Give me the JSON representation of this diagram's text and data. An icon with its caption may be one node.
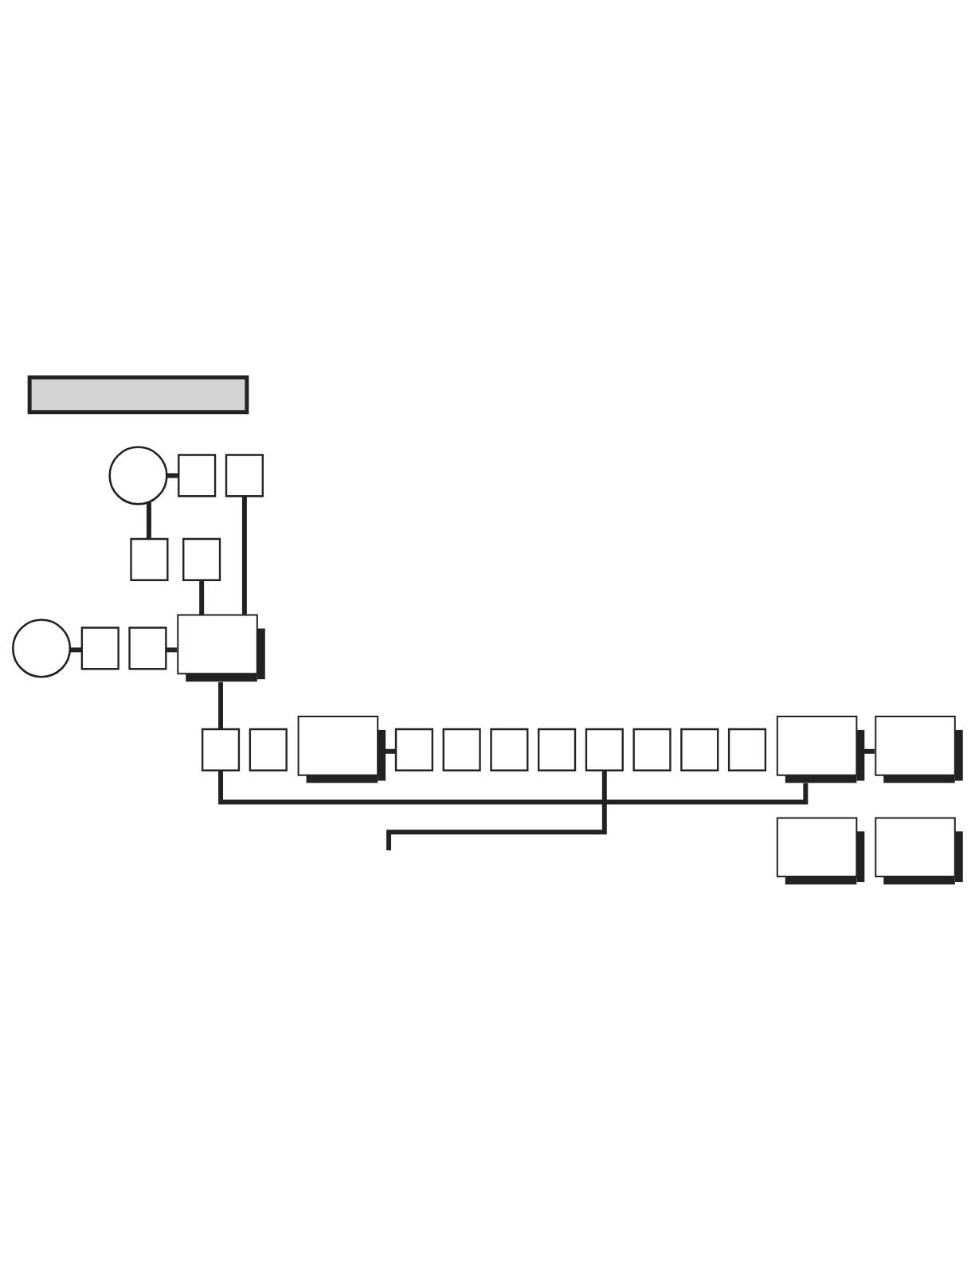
{
  "diagram": {
    "nodes": [
      {
        "text": [],
        "shape": "box"
      },
      {
        "text": [],
        "shape": "circle"
      },
      {
        "text": [],
        "shape": "box"
      },
      {
        "text": [],
        "shape": "box"
      },
      {
        "text": [],
        "shape": "box"
      },
      {
        "text": [],
        "shape": "box"
      },
      {
        "text": [],
        "shape": "box"
      },
      {
        "text": [],
        "shape": "circle"
      },
      {
        "text": [],
        "shape": "box"
      },
      {
        "text": [],
        "shape": "box"
      },
      {
        "text": [],
        "shape": "box"
      },
      {
        "text": [],
        "shape": "box"
      },
      {
        "text": [],
        "shape": "box"
      },
      {
        "text": [],
        "shape": "box"
      },
      {
        "text": [],
        "shape": "box"
      },
      {
        "text": [],
        "shape": "box"
      },
      {
        "text": [],
        "shape": "box"
      },
      {
        "text": [],
        "shape": "box"
      },
      {
        "text": [],
        "shape": "box"
      },
      {
        "text": [],
        "shape": "box"
      },
      {
        "text": [],
        "shape": "box"
      },
      {
        "text": [],
        "shape": "box"
      },
      {
        "text": [],
        "shape": "box"
      },
      {
        "text": [],
        "shape": "box"
      },
      {
        "text": [],
        "shape": "box"
      }
    ],
    "edges": [
      {
        "from": 1,
        "to": 2,
        "arrow": "none"
      },
      {
        "from": 1,
        "to": 4,
        "arrow": "none"
      },
      {
        "from": 7,
        "to": 8,
        "arrow": "none"
      },
      {
        "from": 3,
        "to": 6,
        "arrow": "none"
      },
      {
        "from": 5,
        "to": 6,
        "arrow": "none"
      },
      {
        "from": 9,
        "to": 6,
        "arrow": "none"
      },
      {
        "from": 6,
        "to": 10,
        "arrow": "none"
      },
      {
        "from": 12,
        "to": 13,
        "arrow": "none"
      },
      {
        "from": 21,
        "to": 22,
        "arrow": "none"
      },
      {
        "from": 21,
        "to": 10,
        "arrow": "none"
      },
      {
        "from": null,
        "to": 17,
        "arrow": "none"
      }
    ]
  }
}
